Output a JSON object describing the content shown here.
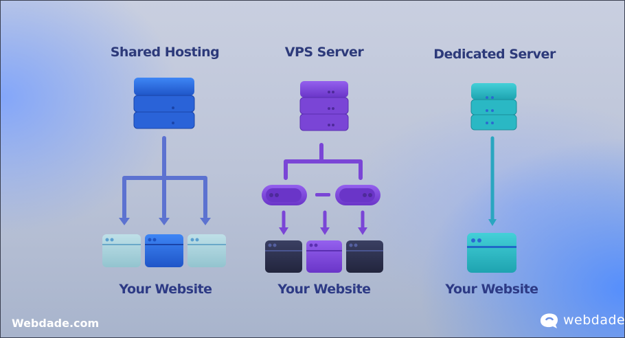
{
  "columns": [
    {
      "title": "Shared Hosting",
      "caption": "Your Website",
      "color": "#2f6ee0"
    },
    {
      "title": "VPS Server",
      "caption": "Your Website",
      "color": "#7a45d6"
    },
    {
      "title": "Dedicated Server",
      "caption": "Your Website",
      "color": "#2ab8c4"
    }
  ],
  "footer": {
    "site": "Webdade.com",
    "logo_text": "webdade"
  }
}
